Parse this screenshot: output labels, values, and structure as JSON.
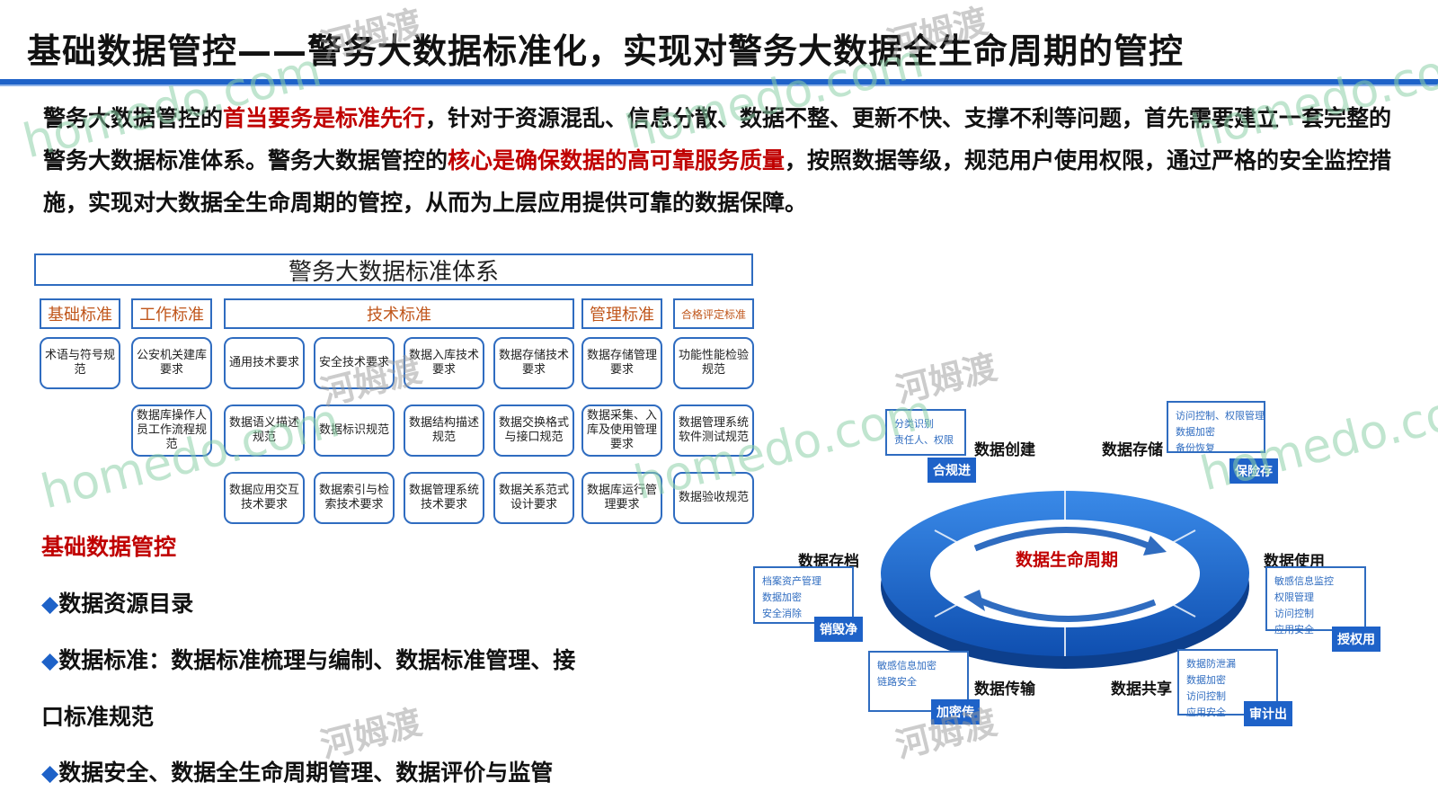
{
  "title": "基础数据管控——警务大数据标准化，实现对警务大数据全生命周期的管控",
  "intro": {
    "p1": "警务大数据管控的",
    "p2": "首当要务是标准先行",
    "p3": "，针对于资源混乱、信息分散、数据不整、更新不快、支撑不利等问题，首先需要建立一套完整的警务大数据标准体系。警务大数据管控的",
    "p4": "核心是确保数据的高可靠服务质量",
    "p5": "，按照数据等级，规范用户使用权限，通过严格的安全监控措施，实现对大数据全生命周期的管控，从而为上层应用提供可靠的数据保障。"
  },
  "standards": {
    "title": "警务大数据标准体系",
    "categories": [
      "基础标准",
      "工作标准",
      "技术标准",
      "管理标准",
      "合格评定标准"
    ],
    "cells": [
      "术语与符号规范",
      "公安机关建库要求",
      "通用技术要求",
      "安全技术要求",
      "数据入库技术要求",
      "数据存储技术要求",
      "数据存储管理要求",
      "功能性能检验规范",
      "数据库操作人员工作流程规范",
      "数据语义描述规范",
      "数据标识规范",
      "数据结构描述规范",
      "数据交换格式与接口规范",
      "数据采集、入库及使用管理要求",
      "数据管理系统软件测试规范",
      "数据应用交互技术要求",
      "数据索引与检索技术要求",
      "数据管理系统技术要求",
      "数据关系范式设计要求",
      "数据库运行管理要求",
      "数据验收规范"
    ]
  },
  "section": {
    "title": "基础数据管控",
    "bullets": [
      "数据资源目录",
      "数据标准：数据标准梳理与编制、数据标准管理、接",
      "口标准规范",
      "数据安全、数据全生命周期管理、数据评价与监管"
    ]
  },
  "lifecycle": {
    "center": "数据生命周期",
    "stages": {
      "create": {
        "label": "数据创建",
        "lines": [
          "分类识别",
          "责任人、权限"
        ],
        "tag": "合规进"
      },
      "store": {
        "label": "数据存储",
        "lines": [
          "访问控制、权限管理",
          "数据加密",
          "备份恢复"
        ],
        "tag": "保险存"
      },
      "use": {
        "label": "数据使用",
        "lines": [
          "敏感信息监控",
          "权限管理",
          "访问控制",
          "应用安全"
        ],
        "tag": "授权用"
      },
      "share": {
        "label": "数据共享",
        "lines": [
          "数据防泄漏",
          "数据加密",
          "访问控制",
          "应用安全"
        ],
        "tag": "审计出"
      },
      "transfer": {
        "label": "数据传输",
        "lines": [
          "敏感信息加密",
          "链路安全"
        ],
        "tag": "加密传"
      },
      "archive": {
        "label": "数据存档",
        "lines": [
          "档案资产管理",
          "数据加密",
          "安全消除"
        ],
        "tag": "销毁净"
      }
    }
  },
  "watermark": {
    "en": "homedo.com",
    "cn": "河姆渡"
  },
  "colors": {
    "accent": "#1e62c8",
    "highlight": "#c00000",
    "category": "#c0561b"
  }
}
